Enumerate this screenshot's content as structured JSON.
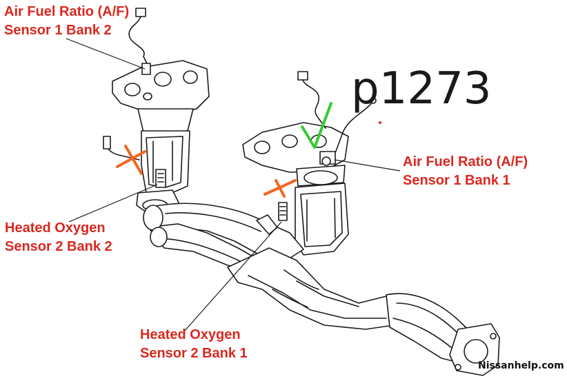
{
  "labels": {
    "af_bank2": {
      "line1": "Air Fuel Ratio (A/F)",
      "line2": "Sensor 1 Bank 2"
    },
    "af_bank1": {
      "line1": "Air Fuel Ratio (A/F)",
      "line2": "Sensor 1 Bank 1"
    },
    "ho2_bank2": {
      "line1": "Heated Oxygen",
      "line2": "Sensor 2 Bank 2"
    },
    "ho2_bank1": {
      "line1": "Heated Oxygen",
      "line2": "Sensor 2 Bank 1"
    }
  },
  "code": "p1273",
  "watermark": "Nissanhelp.com",
  "colors": {
    "label": "#d9281f",
    "check": "#33cc33",
    "cross": "#f26522",
    "line": "#1a1a1a"
  },
  "marks": {
    "check": "af_bank1",
    "cross": [
      "ho2_bank2",
      "ho2_bank1"
    ]
  }
}
